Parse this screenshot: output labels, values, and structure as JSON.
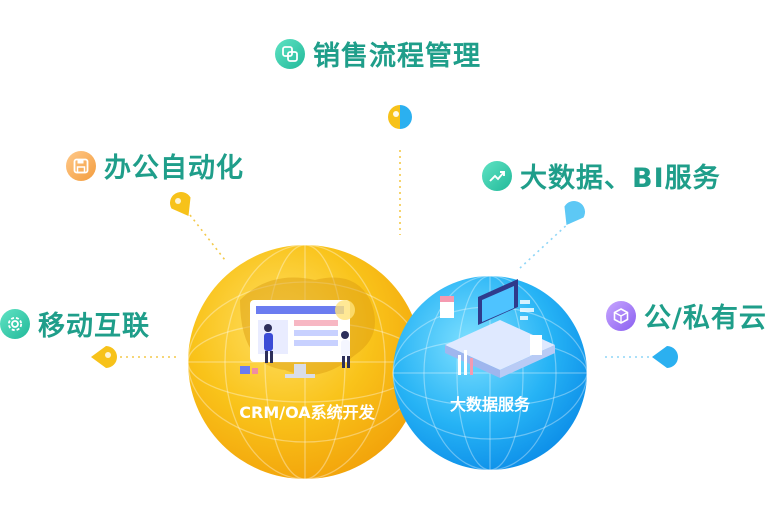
{
  "features": {
    "sales": {
      "label": "销售流程管理",
      "icon": "overlapping-squares-icon",
      "color": "#2cc6a4"
    },
    "office": {
      "label": "办公自动化",
      "icon": "floppy-disk-icon",
      "color": "#f5a623"
    },
    "bigdata_bi": {
      "label": "大数据、BI服务",
      "icon": "trend-chart-icon",
      "color": "#2cc6a4"
    },
    "mobile": {
      "label": "移动互联",
      "icon": "gear-icon",
      "color": "#2cc6a4"
    },
    "cloud": {
      "label": "公/私有云",
      "icon": "cube-icon",
      "color": "#9b6cf0"
    }
  },
  "spheres": {
    "left": {
      "label": "CRM/OA系统开发",
      "color": "#f7b500"
    },
    "right": {
      "label": "大数据服务",
      "color": "#1fa3f5"
    }
  },
  "colors": {
    "heading": "#1f9e8a",
    "yellow_pin": "#f7c21a",
    "blue_pin": "#2bb0f0"
  }
}
